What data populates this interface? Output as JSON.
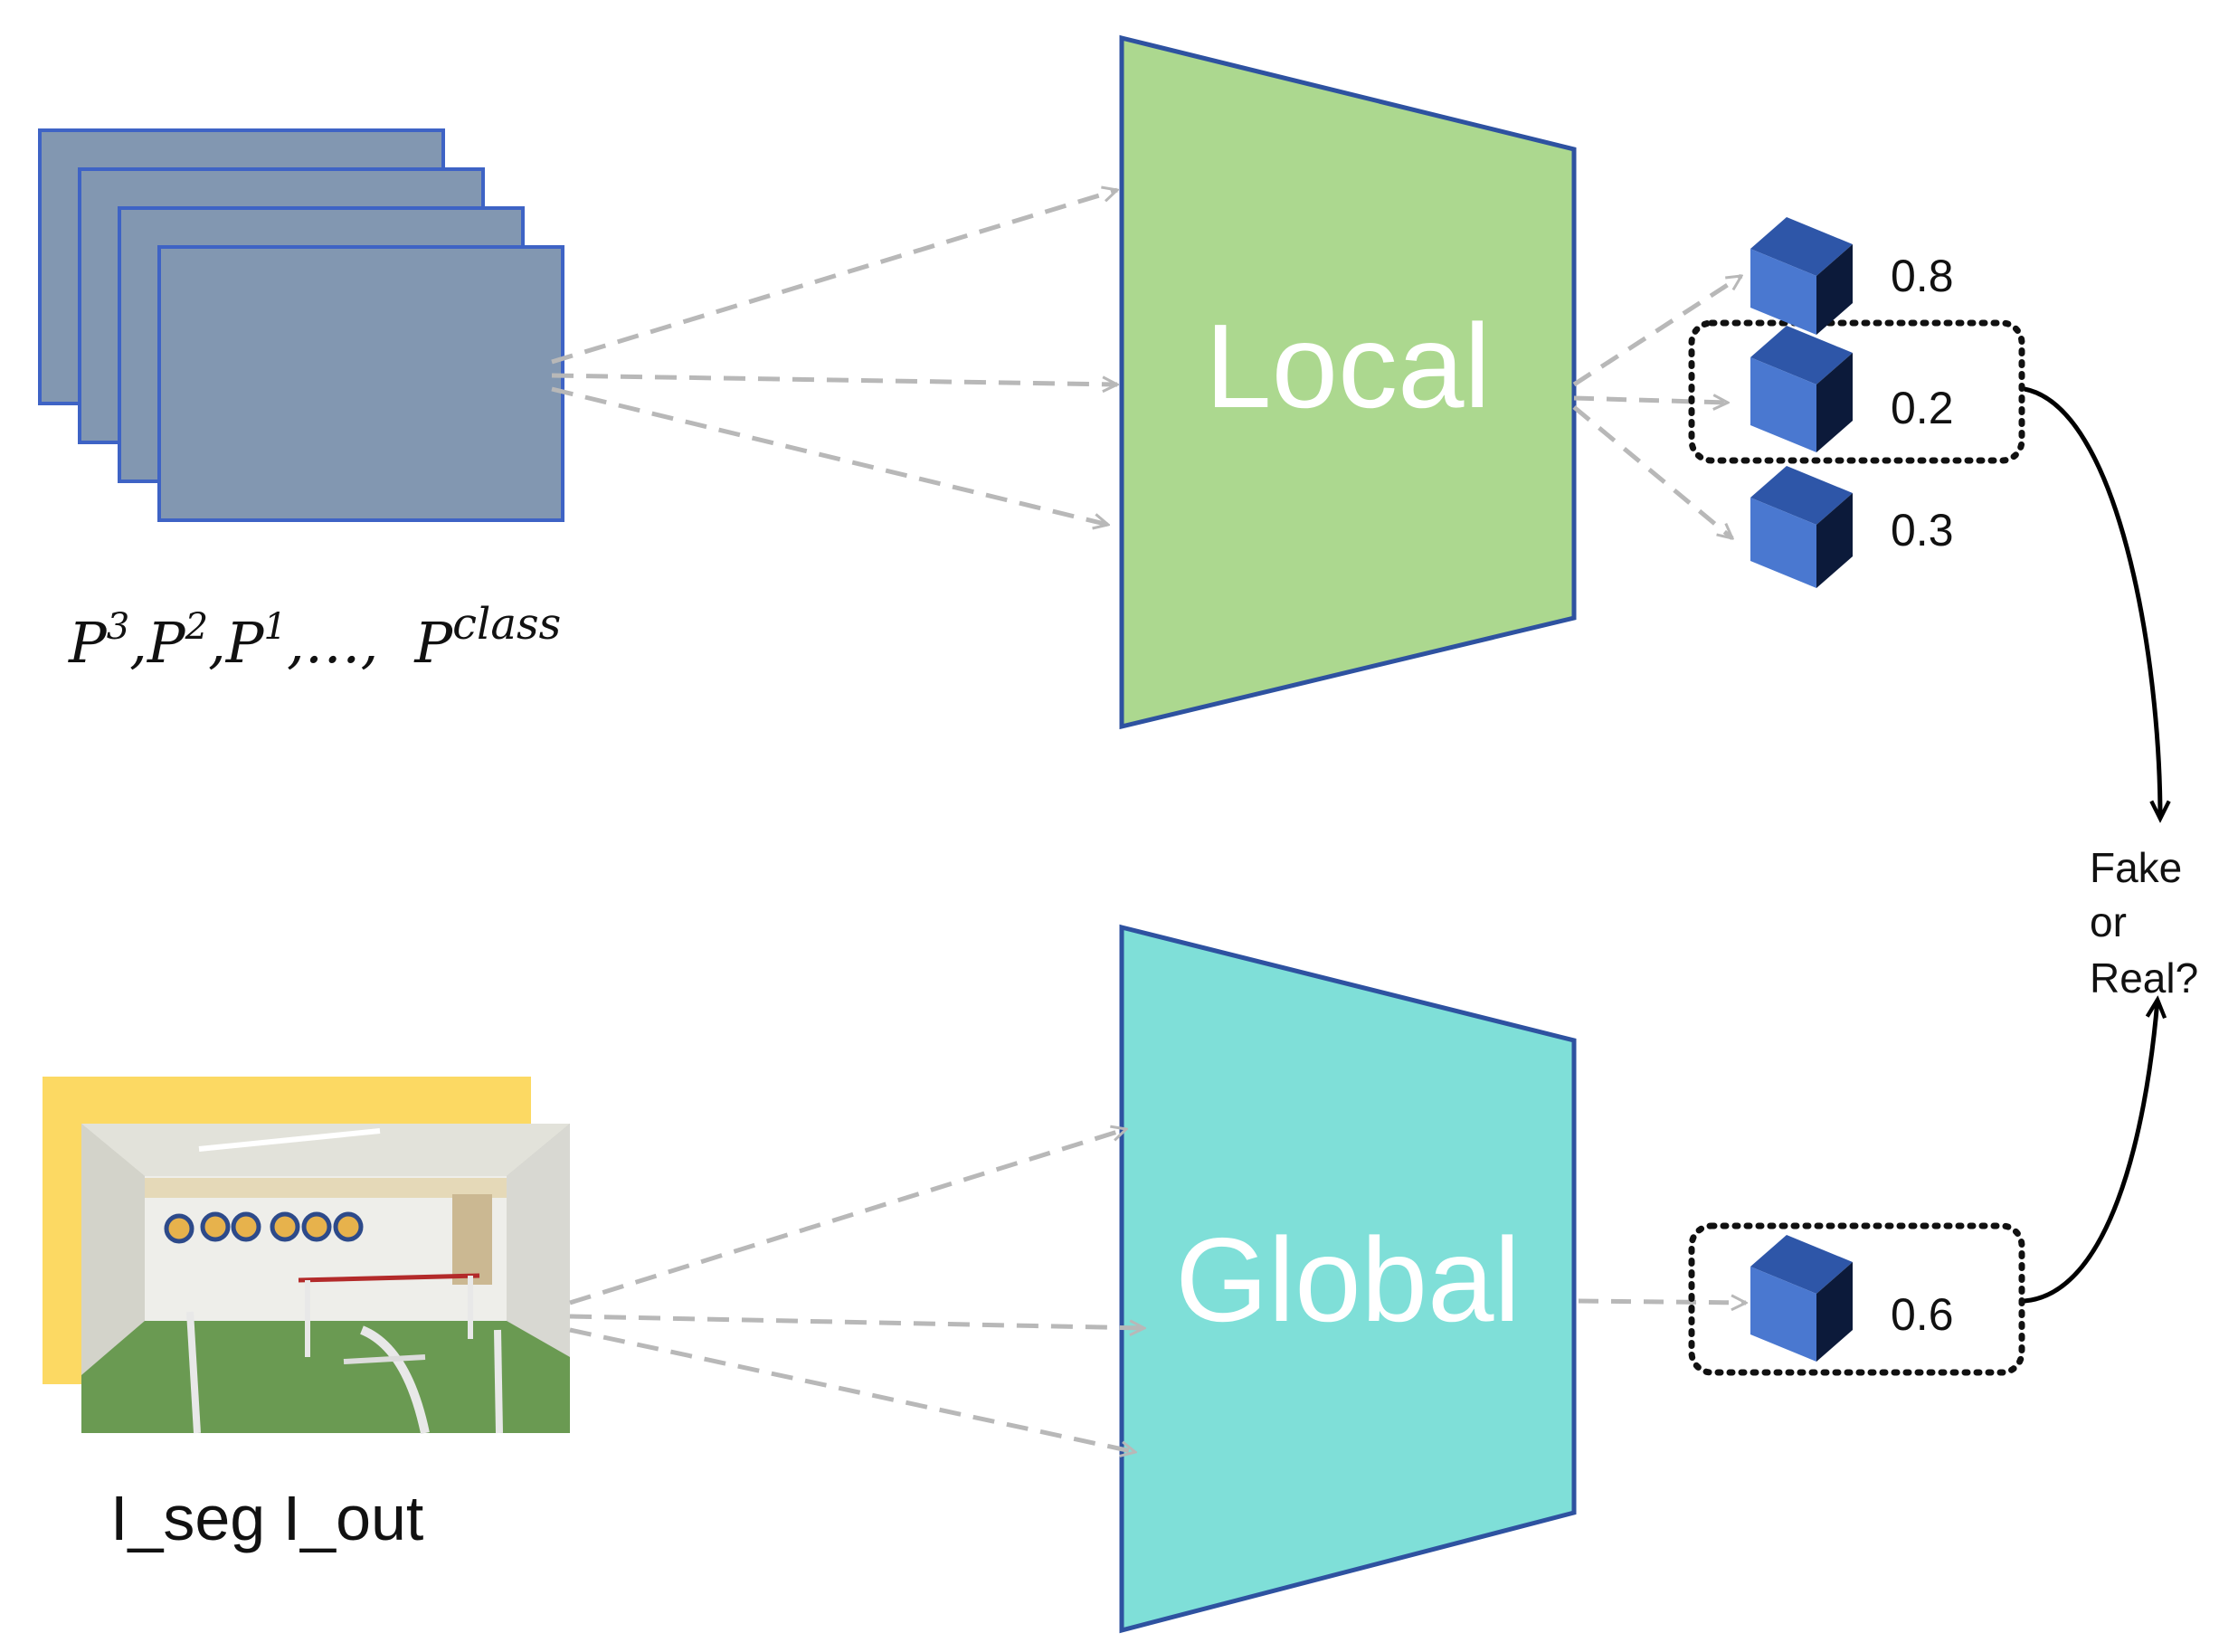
{
  "local_block": {
    "label": "Local",
    "fill": "#acd88f",
    "stroke": "#2e52a0"
  },
  "global_block": {
    "label": "Global",
    "fill": "#7fdfd8",
    "stroke": "#2e52a0"
  },
  "patch_stack": {
    "fill": "#8297b1",
    "stroke": "#3e63c5"
  },
  "patch_label": {
    "p3": "P",
    "p3_sup": "3",
    "sep1": ",",
    "p2": "P",
    "p2_sup": "2",
    "sep2": ",",
    "p1": "P",
    "p1_sup": "1",
    "ellipsis": ",…,",
    "pclass": "P",
    "pclass_sup": "class"
  },
  "image_label": "I_seg I_out",
  "image_colors": {
    "seg": "#fcd963",
    "out_wall": "#dcdcd4",
    "out_floor": "#6a9a52"
  },
  "scores": {
    "top": "0.8",
    "mid": "0.2",
    "bot": "0.3",
    "global": "0.6"
  },
  "cube_colors": {
    "front": "#4a78d0",
    "top": "#2e56a8",
    "side": "#0c1a3a"
  },
  "decision": {
    "line1": "Fake",
    "line2": "or",
    "line3": "Real?"
  },
  "arrow_color": "#b8b8b8"
}
